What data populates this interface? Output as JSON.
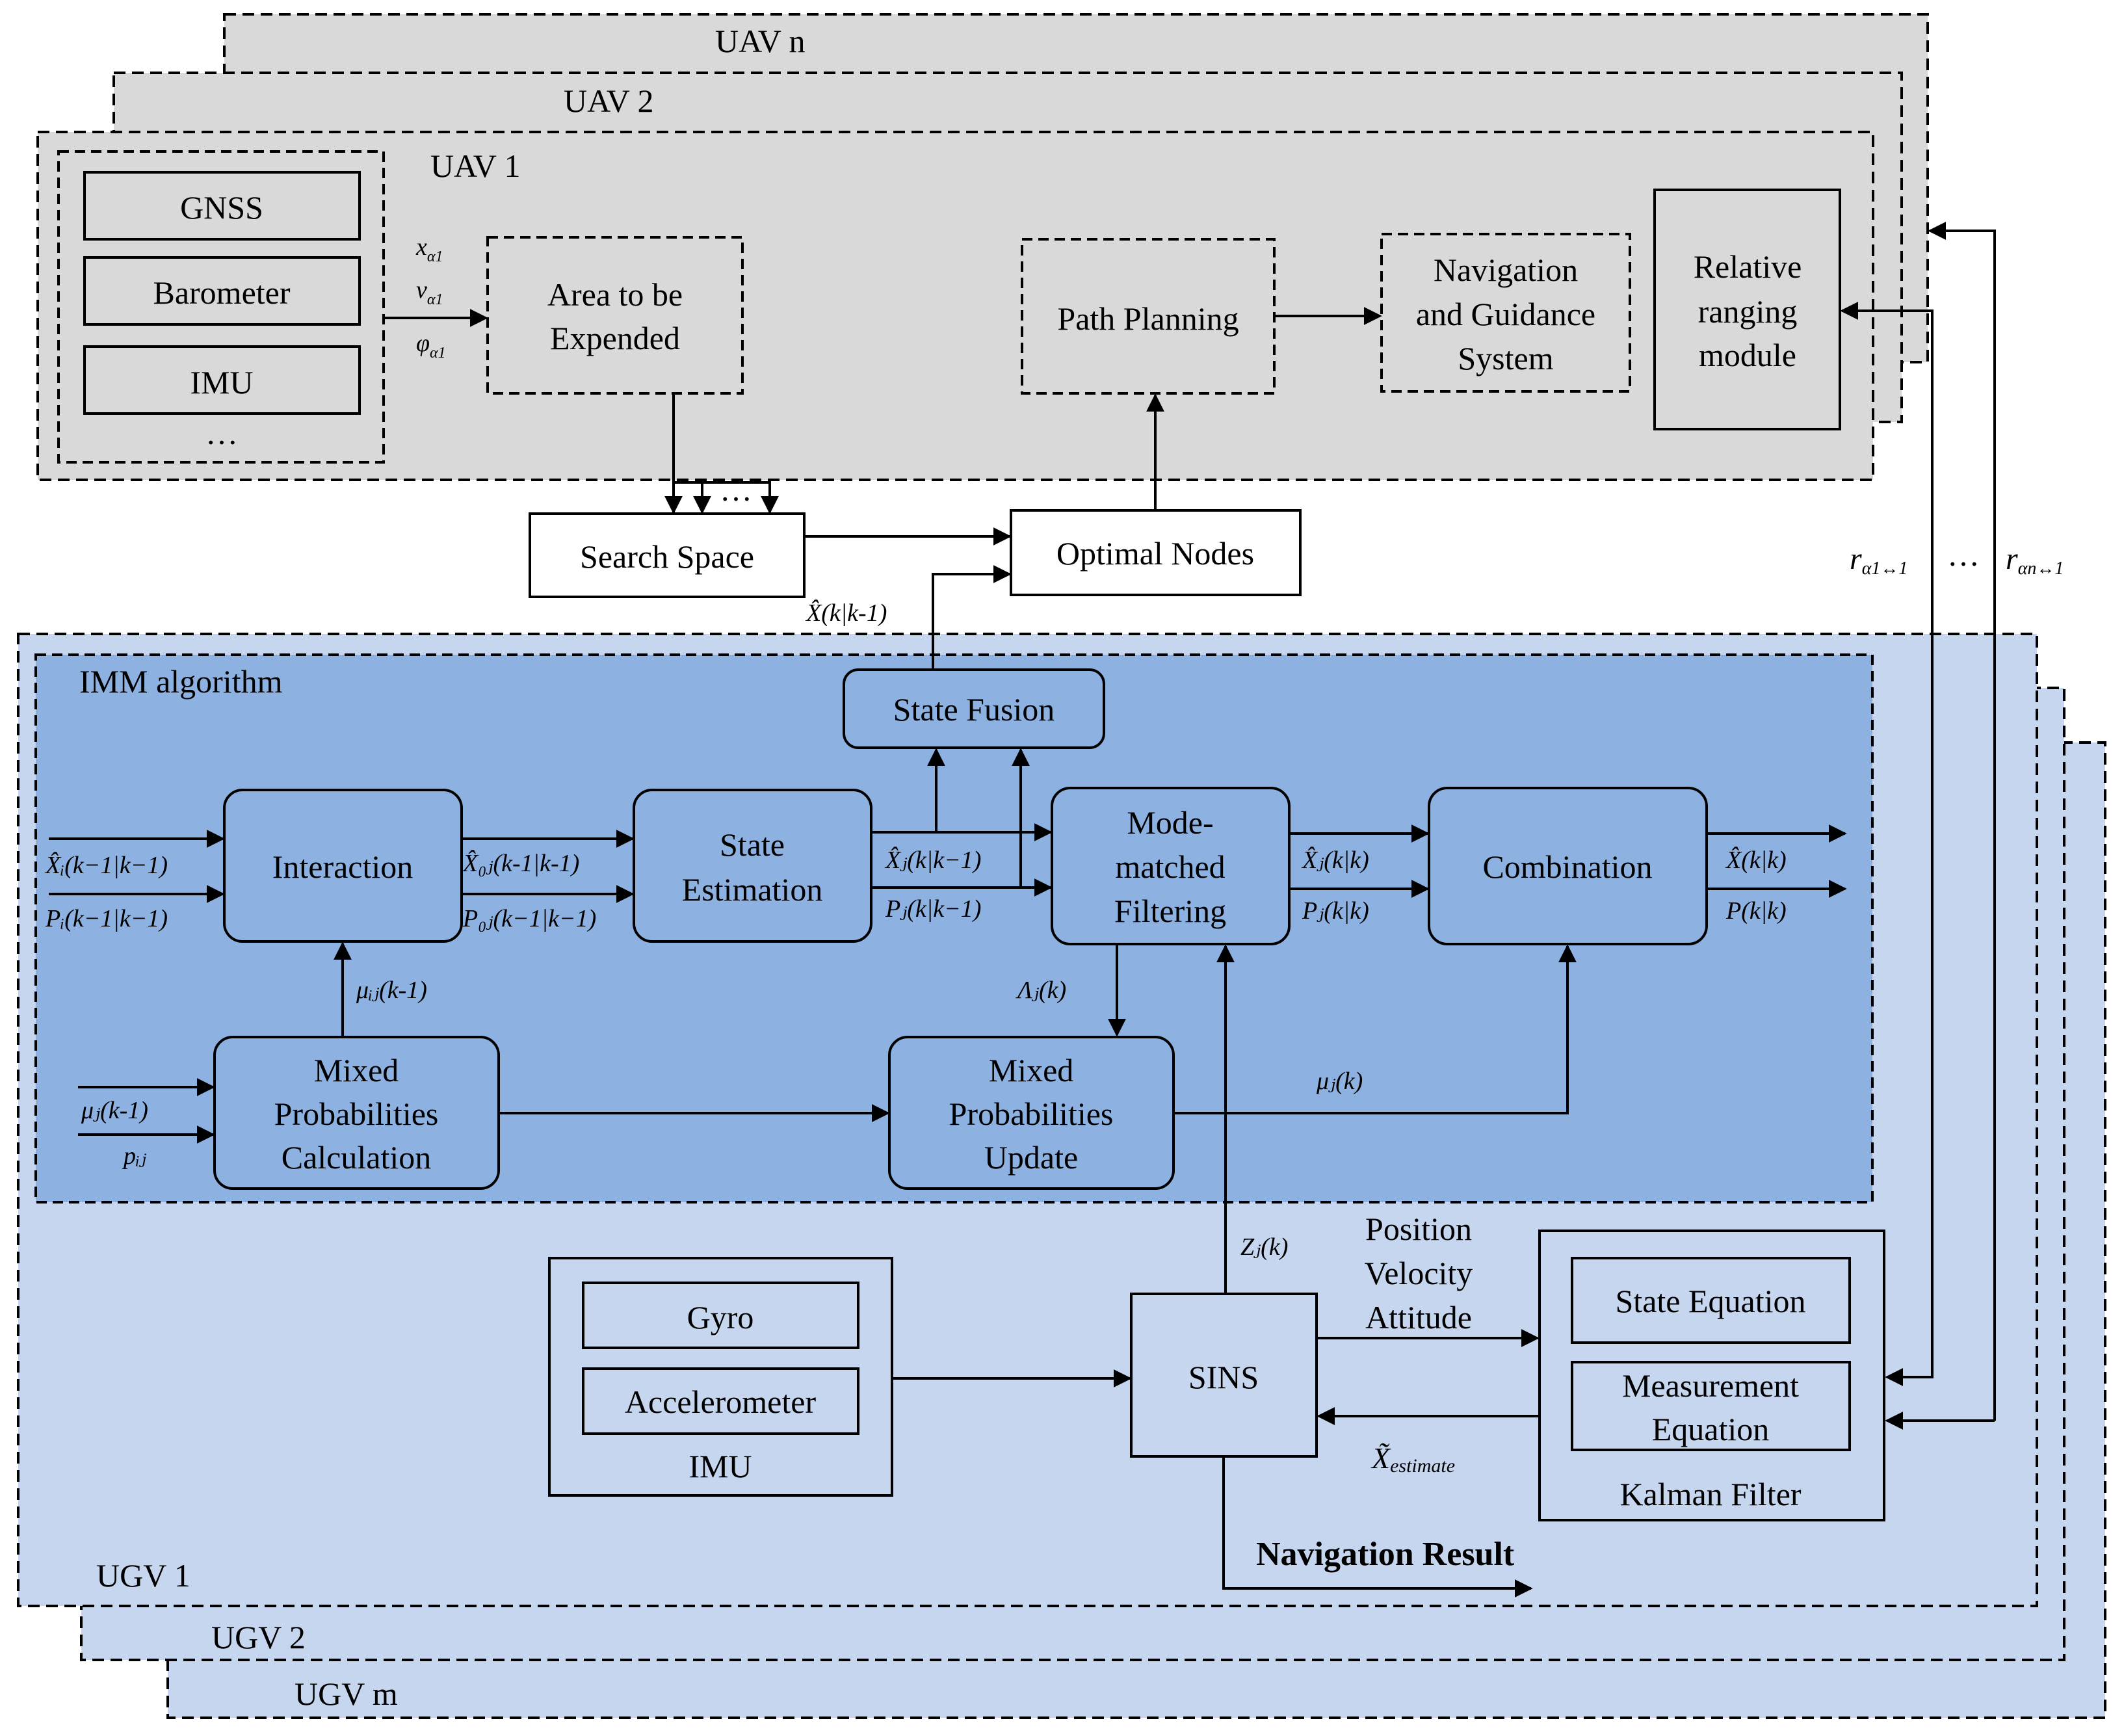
{
  "uav_panels": {
    "n": "UAV n",
    "two": "UAV 2",
    "one": "UAV 1"
  },
  "ugv_panels": {
    "m": "UGV m",
    "two": "UGV 2",
    "one": "UGV 1"
  },
  "sensors": {
    "gnss": "GNSS",
    "barometer": "Barometer",
    "imu": "IMU",
    "ellipsis": "…"
  },
  "uav_inputs": {
    "x": "x",
    "v": "v",
    "phi": "φ",
    "sub": "α1"
  },
  "blocks": {
    "area_line1": "Area to be",
    "area_line2": "Expended",
    "path_planning": "Path Planning",
    "nav_line1": "Navigation",
    "nav_line2": "and Guidance",
    "nav_line3": "System",
    "ranging_line1": "Relative",
    "ranging_line2": "ranging",
    "ranging_line3": "module",
    "search_space": "Search Space",
    "optimal_nodes": "Optimal Nodes",
    "ellipsis": "…"
  },
  "imm": {
    "title": "IMM algorithm",
    "state_fusion": "State Fusion",
    "interaction": "Interaction",
    "state_est_line1": "State",
    "state_est_line2": "Estimation",
    "mode_line1": "Mode-",
    "mode_line2": "matched",
    "mode_line3": "Filtering",
    "combination": "Combination",
    "mpc_line1": "Mixed",
    "mpc_line2": "Probabilities",
    "mpc_line3": "Calculation",
    "mpu_line1": "Mixed",
    "mpu_line2": "Probabilities",
    "mpu_line3": "Update"
  },
  "math": {
    "x_pred": "X̂(k|k-1)",
    "xi_in": "X̂ᵢ(k−1|k−1)",
    "pi_in": "Pᵢ(k−1|k−1)",
    "x0j": "X̂₀ⱼ(k-1|k-1)",
    "p0j": "P₀ⱼ(k−1|k−1)",
    "xj_pred": "X̂ⱼ(k|k−1)",
    "pj_pred": "Pⱼ(k|k−1)",
    "xj_filt": "X̂ⱼ(k|k)",
    "pj_filt": "Pⱼ(k|k)",
    "x_out": "X̂(k|k)",
    "p_out": "P(k|k)",
    "mu_ij": "μᵢⱼ(k-1)",
    "lambda_j": "Λⱼ(k)",
    "mu_j_in": "μⱼ(k-1)",
    "p_ij": "pᵢⱼ",
    "mu_j": "μⱼ(k)",
    "z_j": "Zⱼ(k)",
    "r1_main": "r",
    "r1_sub": "α1↔1",
    "rn_main": "r",
    "rn_sub": "αn↔1",
    "r_ellipsis": "…",
    "x_est_main": "X̃",
    "x_est_sub": "estimate"
  },
  "ugv": {
    "gyro": "Gyro",
    "accelerometer": "Accelerometer",
    "imu": "IMU",
    "sins": "SINS",
    "pva_line1": "Position",
    "pva_line2": "Velocity",
    "pva_line3": "Attitude",
    "state_eq": "State Equation",
    "meas_line1": "Measurement",
    "meas_line2": "Equation",
    "kalman": "Kalman Filter",
    "nav_result": "Navigation Result"
  },
  "colors": {
    "uav_bg": "#d9d9d9",
    "ugv_bg": "#c6d6ef",
    "imm_bg": "#8db2e2",
    "imm_block": "#8db2e2",
    "stroke": "#000000"
  }
}
